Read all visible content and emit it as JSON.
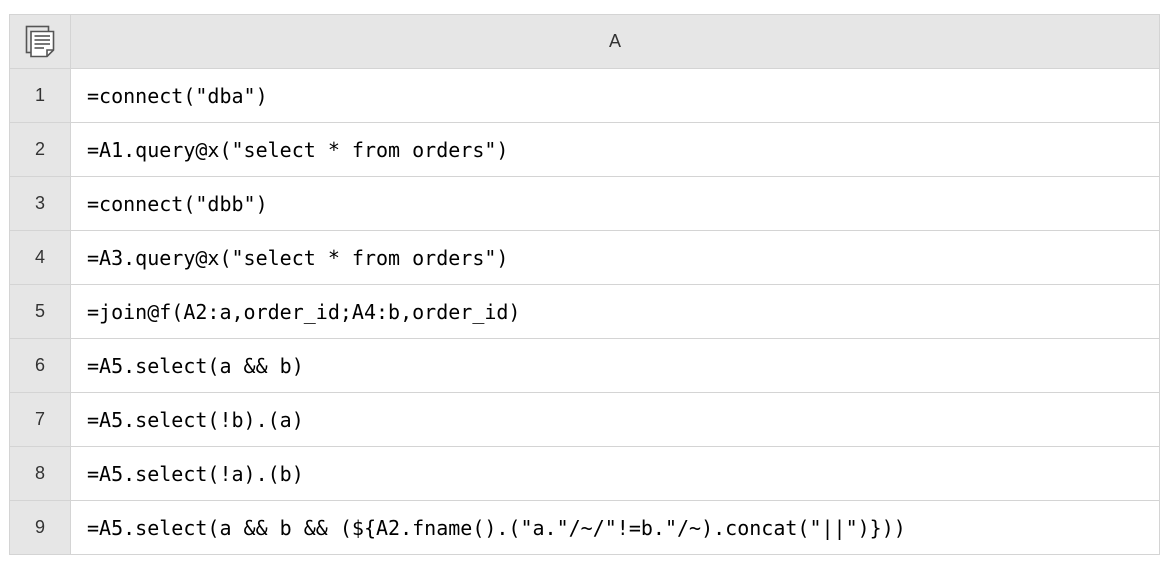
{
  "sheet": {
    "column_header": "A",
    "rows": [
      {
        "num": "1",
        "code": "=connect(\"dba\")"
      },
      {
        "num": "2",
        "code": "=A1.query@x(\"select * from orders\")"
      },
      {
        "num": "3",
        "code": "=connect(\"dbb\")"
      },
      {
        "num": "4",
        "code": "=A3.query@x(\"select * from orders\")"
      },
      {
        "num": "5",
        "code": "=join@f(A2:a,order_id;A4:b,order_id)"
      },
      {
        "num": "6",
        "code": "=A5.select(a && b)"
      },
      {
        "num": "7",
        "code": "=A5.select(!b).(a)"
      },
      {
        "num": "8",
        "code": "=A5.select(!a).(b)"
      },
      {
        "num": "9",
        "code": "=A5.select(a && b && (${A2.fname().(\"a.\"/~/\"!=b.\"/~).concat(\"||\")}))"
      }
    ]
  },
  "icons": {
    "corner": "document-list-icon"
  },
  "colors": {
    "header_bg": "#e6e6e6",
    "grid_line": "#d4d4d4"
  }
}
